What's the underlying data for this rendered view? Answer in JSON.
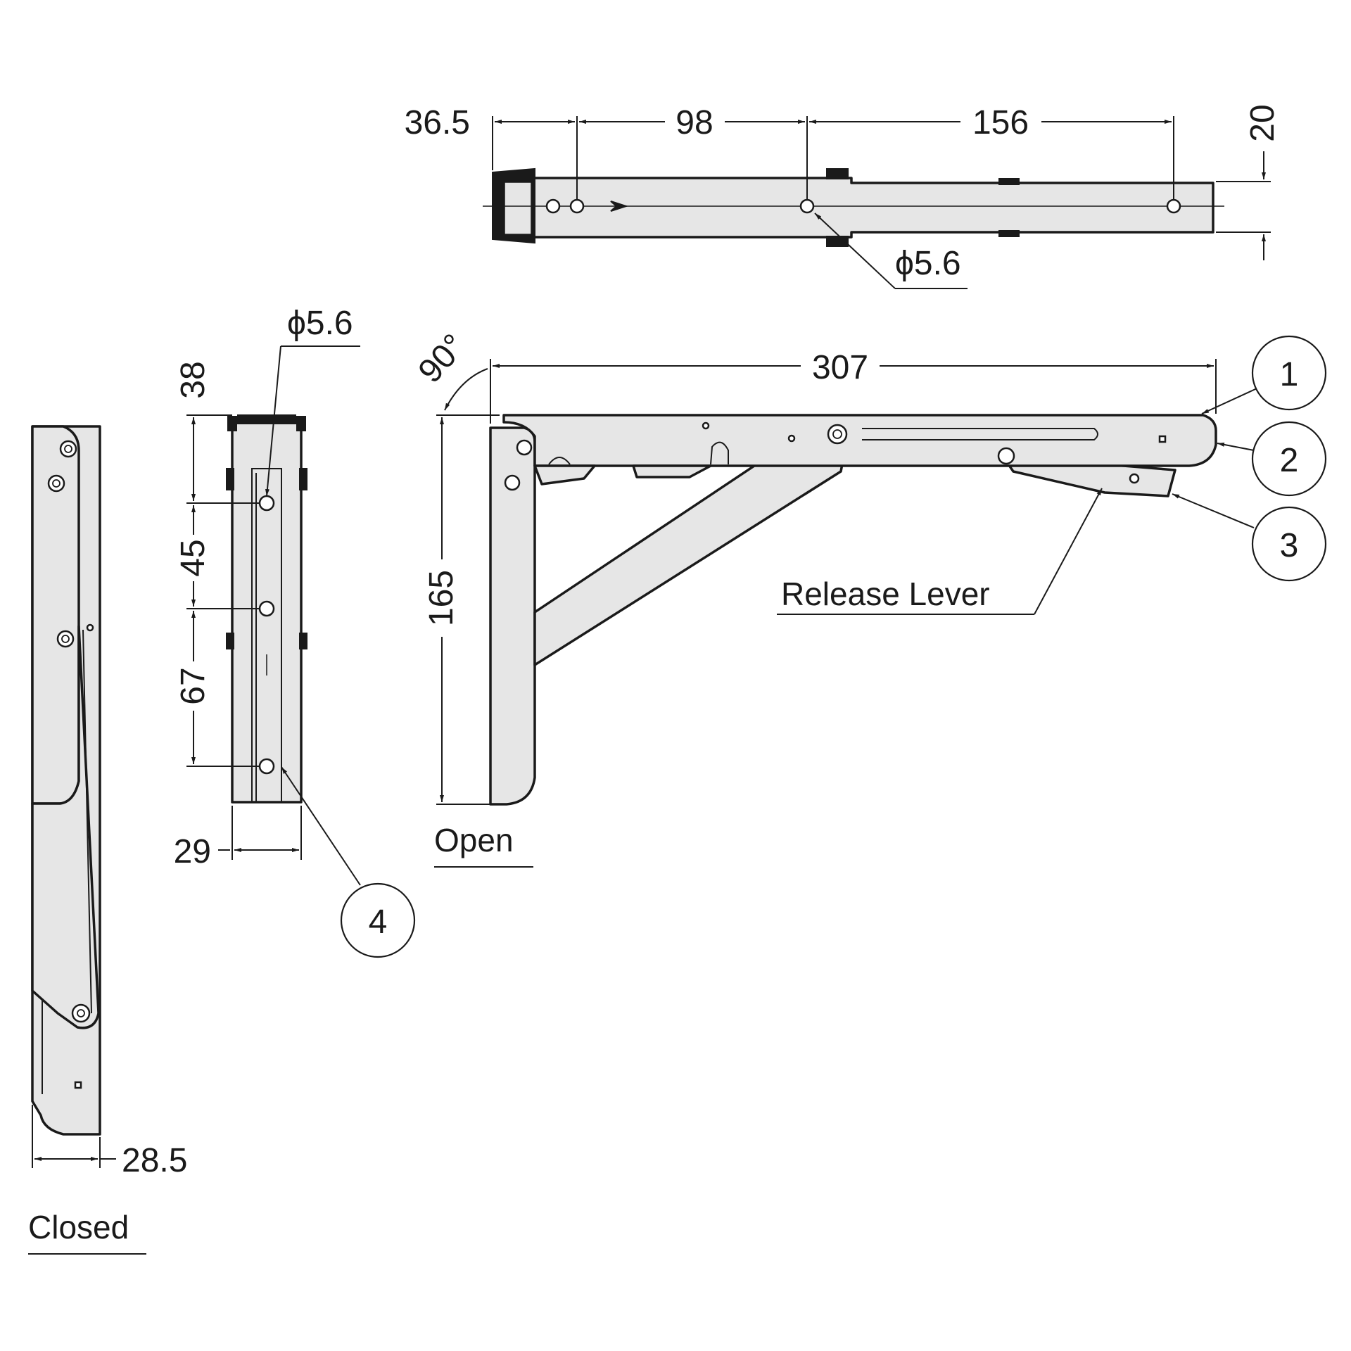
{
  "dimensions": {
    "top_a": "36.5",
    "top_b": "98",
    "top_c": "156",
    "top_h": "20",
    "top_hole": "ϕ5.6",
    "side_hole": "ϕ5.6",
    "side_38": "38",
    "side_45": "45",
    "side_67": "67",
    "side_w": "29",
    "open_len": "307",
    "open_h": "165",
    "open_angle": "90°",
    "closed_w": "28.5"
  },
  "labels": {
    "release_lever": "Release Lever",
    "open": "Open",
    "closed": "Closed"
  },
  "callouts": [
    "1",
    "2",
    "3",
    "4"
  ]
}
